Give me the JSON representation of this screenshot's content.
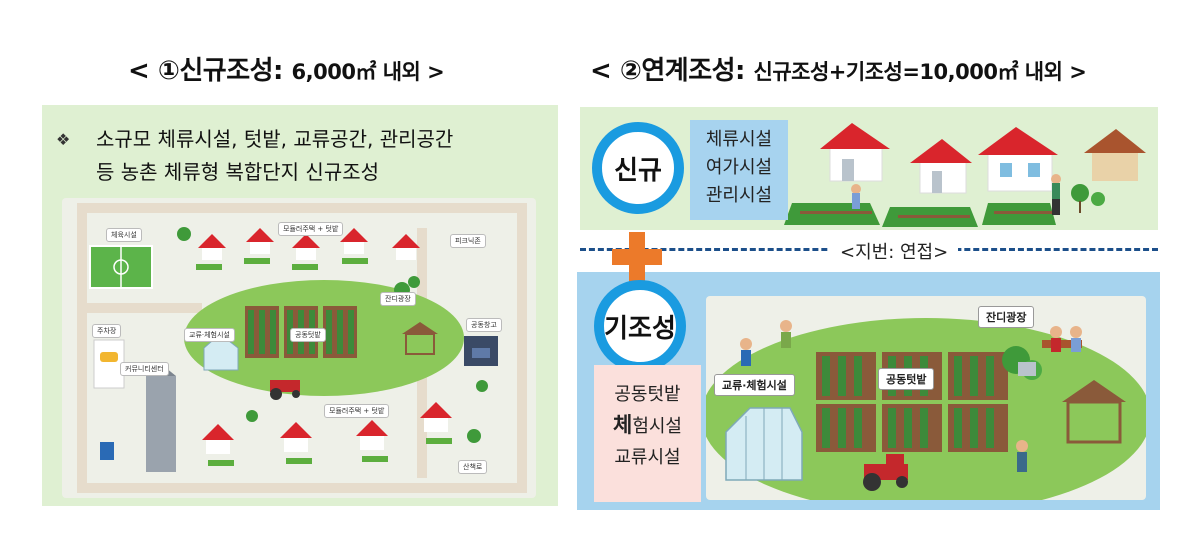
{
  "left": {
    "title_label": "< ①신규조성:",
    "title_desc": "6,000㎡ 내외 >",
    "bullet_mark": "❖",
    "bullet_line1": "소규모 체류시설, 텃밭, 교류공간, 관리공간",
    "bullet_line2": "등 농촌 체류형 복합단지 신규조성",
    "map_labels": {
      "sports": "체육시설",
      "modular_top": "모듈러주택 + 텃밭",
      "picnic": "피크닉존",
      "lawn": "잔디광장",
      "parking": "주차장",
      "community": "커뮤니티센터",
      "exchange": "교류·체험시설",
      "garden": "공동텃밭",
      "storage": "공동창고",
      "modular_bottom": "모듈러주택 + 텃밭",
      "trail": "산책로"
    }
  },
  "right": {
    "title_label": "< ②연계조성:",
    "title_desc": "신규조성+기조성=10,000㎡ 내외 >",
    "new_circle": "신규",
    "new_items": [
      "체류시설",
      "여가시설",
      "관리시설"
    ],
    "adjacent": "<지번: 연접>",
    "existing_circle": "기조성",
    "existing_items_1": "공동텃밭",
    "existing_items_2_bold": "체",
    "existing_items_2_rest": "험시설",
    "existing_items_3": "교류시설",
    "map_labels": {
      "lawn": "잔디광장",
      "exchange": "교류·체험시설",
      "garden": "공동텃밭"
    }
  },
  "colors": {
    "panel_green": "#dff0d2",
    "panel_blue": "#a6d3ee",
    "circle_blue": "#1a9be0",
    "plus_orange": "#ec7a2a",
    "box_pink": "#fbe0dc"
  }
}
